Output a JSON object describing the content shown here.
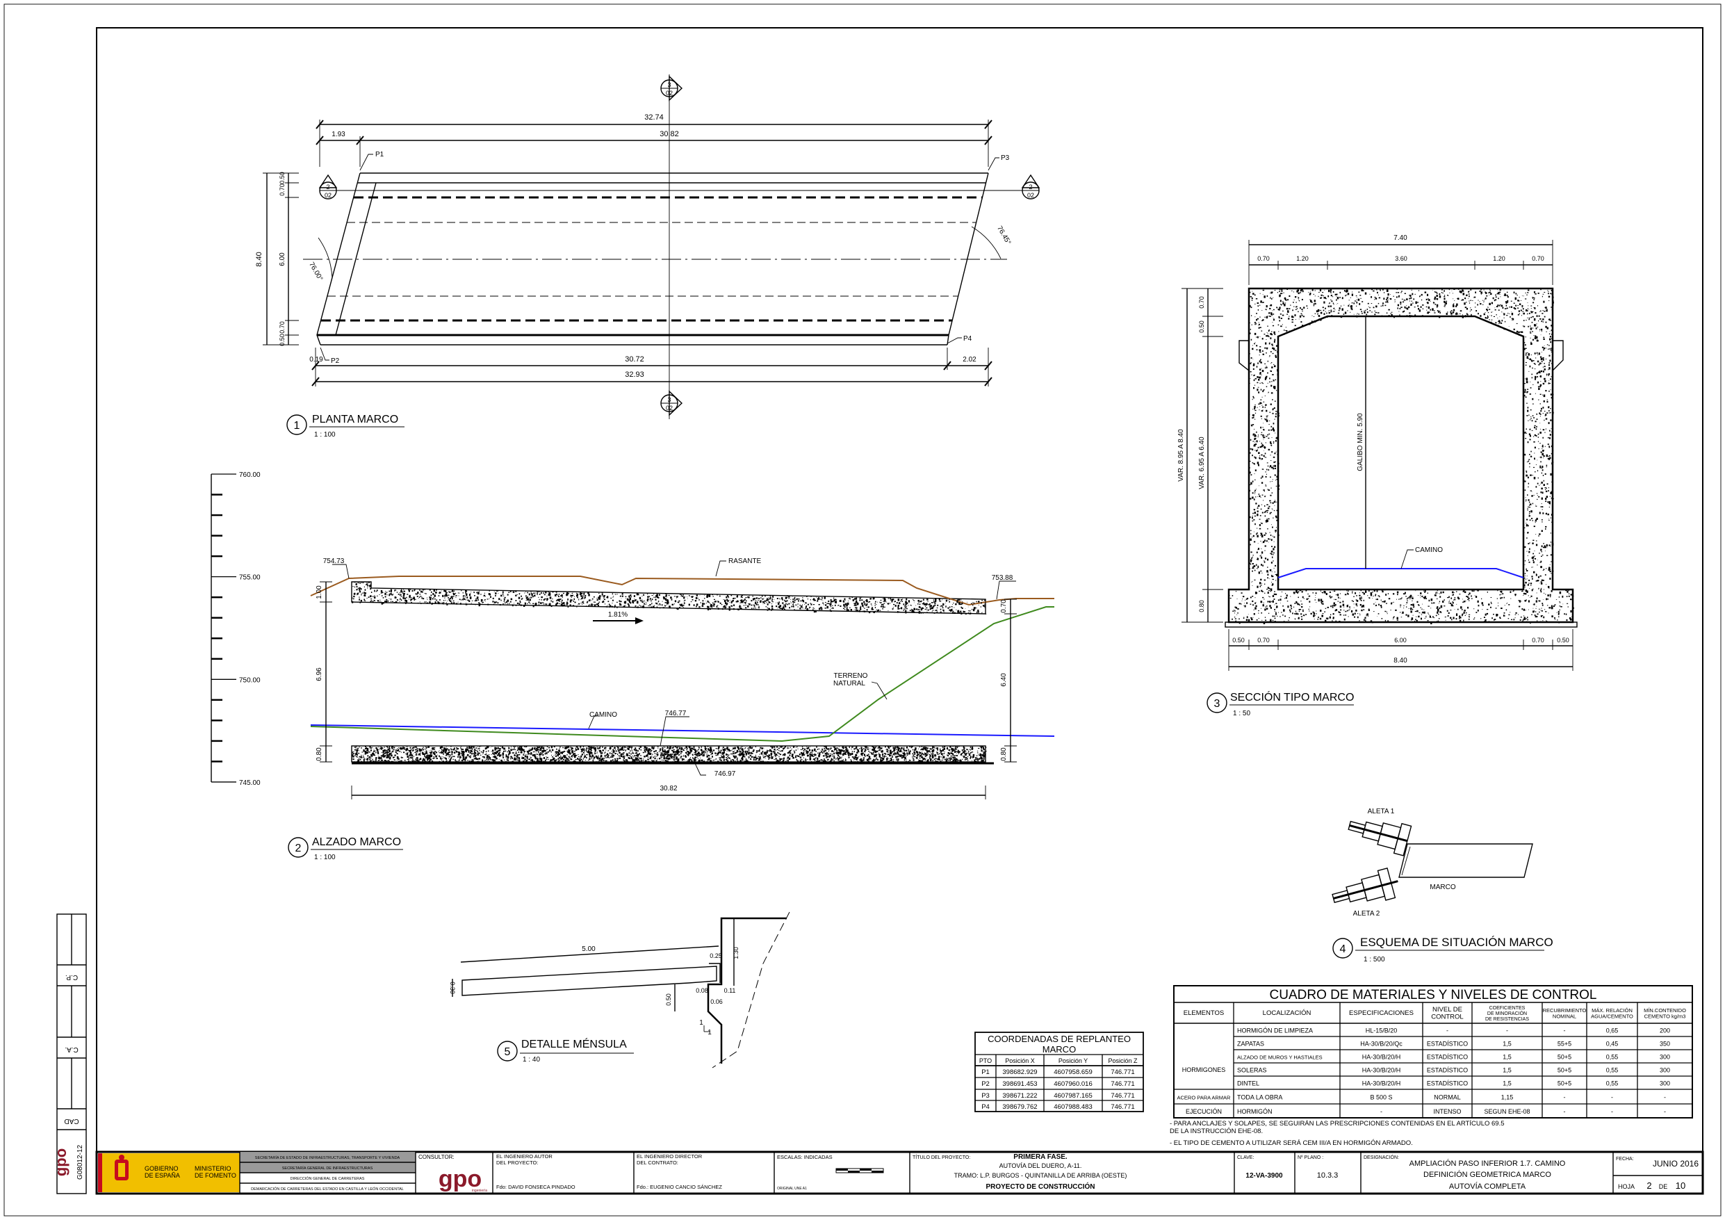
{
  "colors": {
    "rasante": "#9a5a1e",
    "camino": "#1a1aff",
    "terreno": "#3f8a1e",
    "logo": "#8b1a2b",
    "grey": "#9a9a9a",
    "flag_red": "#c60b1e",
    "flag_yellow": "#f1bf00"
  },
  "side_strip": {
    "cp": "C.P.",
    "ca": "C.A.",
    "cad": "CAD",
    "code": "G08012-12",
    "logo": "gpo"
  },
  "plan": {
    "num": "1",
    "title": "PLANTA MARCO",
    "scale": "1 : 100",
    "dims": {
      "overall_top": "32.74",
      "skew_offset": "1.93",
      "length_top": "30.82",
      "height_total": "8.40",
      "curb_top": "0.50",
      "wall_top": "0.70",
      "inner": "6.00",
      "wall_bottom": "0.70",
      "curb_bottom": "0.50",
      "offset_left": "0.19",
      "length_bottom": "30.72",
      "offset_right": "2.02",
      "overall_bottom": "32.93",
      "angle_left": "76.00°",
      "angle_right": "76.45°"
    },
    "points": {
      "p1": "P1",
      "p2": "P2",
      "p3": "P3",
      "p4": "P4"
    },
    "marker2": {
      "num": "2",
      "sheet": "02"
    },
    "marker3": {
      "num": "3",
      "sheet": "02"
    }
  },
  "alzado": {
    "num": "2",
    "title": "ALZADO MARCO",
    "scale": "1 : 100",
    "axis": [
      "760.00",
      "755.00",
      "750.00",
      "745.00"
    ],
    "labels": {
      "elev_left": "754.73",
      "elev_right": "753.88",
      "rasante": "RASANTE",
      "slope": "1.81%",
      "terreno1": "TERRENO",
      "terreno2": "NATURAL",
      "camino": "CAMINO",
      "elev_camino": "746.77",
      "elev_base": "746.97",
      "length": "30.82",
      "left_top": "1.00",
      "left_mid": "6.96",
      "left_bot": "0.80",
      "right_top": "0.70",
      "right_mid": "6.40",
      "right_bot": "0.80"
    }
  },
  "seccion": {
    "num": "3",
    "title": "SECCIÓN TIPO MARCO",
    "scale": "1 : 50",
    "top_total": "7.40",
    "top": [
      "0.70",
      "1.20",
      "3.60",
      "1.20",
      "0.70"
    ],
    "left": {
      "total": "VAR. 8.95 A 8.40",
      "wall": "VAR. 6.95 A 6.40",
      "slab": "0.70",
      "haunch": "0.50",
      "footing": "0.80"
    },
    "galibo": "GALIBO MIN. 5.90",
    "camino": "CAMINO",
    "bottom": [
      "0.50",
      "0.70",
      "6.00",
      "0.70",
      "0.50"
    ],
    "bottom_total": "8.40"
  },
  "esquema": {
    "num": "4",
    "title": "ESQUEMA DE SITUACIÓN MARCO",
    "scale": "1 : 500",
    "aleta1": "ALETA 1",
    "aleta2": "ALETA 2",
    "marco": "MARCO"
  },
  "detalle": {
    "num": "5",
    "title": "DETALLE MÉNSULA",
    "scale": "1 : 40",
    "dims": {
      "length": "5.00",
      "thick": "0.30",
      "height": "1.30",
      "seat": "0.25",
      "a": "0.08",
      "b": "0.11",
      "c": "0.06",
      "drop": "0.50",
      "slope_h": "1",
      "slope_v": "1"
    }
  },
  "coords": {
    "title1": "COORDENADAS DE REPLANTEO",
    "title2": "MARCO",
    "headers": [
      "PTO",
      "Posición X",
      "Posición Y",
      "Posición Z"
    ],
    "rows": [
      [
        "P1",
        "398682.929",
        "4607958.659",
        "746.771"
      ],
      [
        "P2",
        "398691.453",
        "4607960.016",
        "746.771"
      ],
      [
        "P3",
        "398671.222",
        "4607987.165",
        "746.771"
      ],
      [
        "P4",
        "398679.762",
        "4607988.483",
        "746.771"
      ]
    ]
  },
  "materials": {
    "title": "CUADRO DE MATERIALES Y NIVELES DE CONTROL",
    "headers": [
      [
        "ELEMENTOS"
      ],
      [
        "LOCALIZACIÓN"
      ],
      [
        "ESPECIFICACIONES"
      ],
      [
        "NIVEL DE",
        "CONTROL"
      ],
      [
        "COEFICIENTES",
        "DE MINORACIÓN",
        "DE RESISTENCIAS"
      ],
      [
        "RECUBRIMIENTO",
        "NOMINAL"
      ],
      [
        "MÁX. RELACIÓN",
        "AGUA/CEMENTO"
      ],
      [
        "MÍN.CONTENIDO",
        "CEMENTO kg/m3"
      ]
    ],
    "group_hormigones": "HORMIGONES",
    "rows": [
      [
        "",
        "HORMIGÓN DE LIMPIEZA",
        "HL-15/B/20",
        "-",
        "-",
        "-",
        "0,65",
        "200"
      ],
      [
        "",
        "ZAPATAS",
        "HA-30/B/20/Qc",
        "ESTADÍSTICO",
        "1,5",
        "55+5",
        "0,45",
        "350"
      ],
      [
        "",
        "ALZADO DE MUROS Y HASTIALES",
        "HA-30/B/20/H",
        "ESTADÍSTICO",
        "1,5",
        "50+5",
        "0,55",
        "300"
      ],
      [
        "",
        "SOLERAS",
        "HA-30/B/20/H",
        "ESTADÍSTICO",
        "1,5",
        "50+5",
        "0,55",
        "300"
      ],
      [
        "",
        "DINTEL",
        "HA-30/B/20/H",
        "ESTADÍSTICO",
        "1,5",
        "50+5",
        "0,55",
        "300"
      ],
      [
        "ACERO PARA ARMAR",
        "TODA LA OBRA",
        "B 500 S",
        "NORMAL",
        "1,15",
        "-",
        "-",
        "-"
      ],
      [
        "EJECUCIÓN",
        "HORMIGÓN",
        "-",
        "INTENSO",
        "SEGUN EHE-08",
        "-",
        "-",
        "-"
      ]
    ],
    "notes": [
      "- PARA ANCLAJES Y SOLAPES, SE SEGUIRÁN LAS PRESCRIPCIONES CONTENIDAS EN EL ARTÍCULO 69.5",
      "  DE LA INSTRUCCIÓN EHE-08.",
      "- EL TIPO DE CEMENTO A UTILIZAR SERÁ CEM III/A EN HORMIGÓN ARMADO."
    ]
  },
  "title_block": {
    "gov1": "GOBIERNO",
    "gov2": "DE ESPAÑA",
    "min1": "MINISTERIO",
    "min2": "DE FOMENTO",
    "secretaria": [
      "SECRETARÍA DE ESTADO DE INFRAESTRUCTURAS, TRANSPORTE Y VIVIENDA",
      "SECRETARÍA GENERAL DE INFRAESTRUCTURAS",
      "DIRECCIÓN GENERAL DE CARRETERAS",
      "DEMARCACIÓN DE CARRETERAS DEL ESTADO EN CASTILLA Y LEÓN OCCIDENTAL"
    ],
    "consultor": "CONSULTOR:",
    "consultor_logo": "gpo",
    "consultor_sub": "ingeniería",
    "autor1": "EL INGENIERO AUTOR",
    "autor2": "DEL PROYECTO:",
    "autor_firma": "Fdo: DAVID FONSECA PINDADO",
    "director1": "EL INGENIERO DIRECTOR",
    "director2": "DEL CONTRATO:",
    "director_firma": "Fdo.: EUGENIO CANCIO SÁNCHEZ",
    "escalas": "ESCALAS:  INDICADAS",
    "original": "ORIGINAL UNE A1",
    "titulo_label": "TÍTULO DEL PROYECTO:",
    "titulo1": "PRIMERA FASE.",
    "titulo2": "AUTOVÍA DEL DUERO, A-11.",
    "titulo3": "TRAMO: L.P. BURGOS - QUINTANILLA DE ARRIBA (OESTE)",
    "titulo4": "PROYECTO DE CONSTRUCCIÓN",
    "clave_label": "CLAVE:",
    "clave": "12-VA-3900",
    "plano_label": "Nº PLANO :",
    "plano": "10.3.3",
    "designacion_label": "DESIGNACIÓN:",
    "designacion1": "AMPLIACIÓN PASO INFERIOR 1.7. CAMINO",
    "designacion2": "DEFINICIÓN GEOMETRICA MARCO",
    "designacion3": "AUTOVÍA COMPLETA",
    "fecha_label": "FECHA:",
    "fecha": "JUNIO 2016",
    "hoja_label": "HOJA",
    "hoja": "2",
    "de_label": "DE",
    "hojas": "10"
  }
}
